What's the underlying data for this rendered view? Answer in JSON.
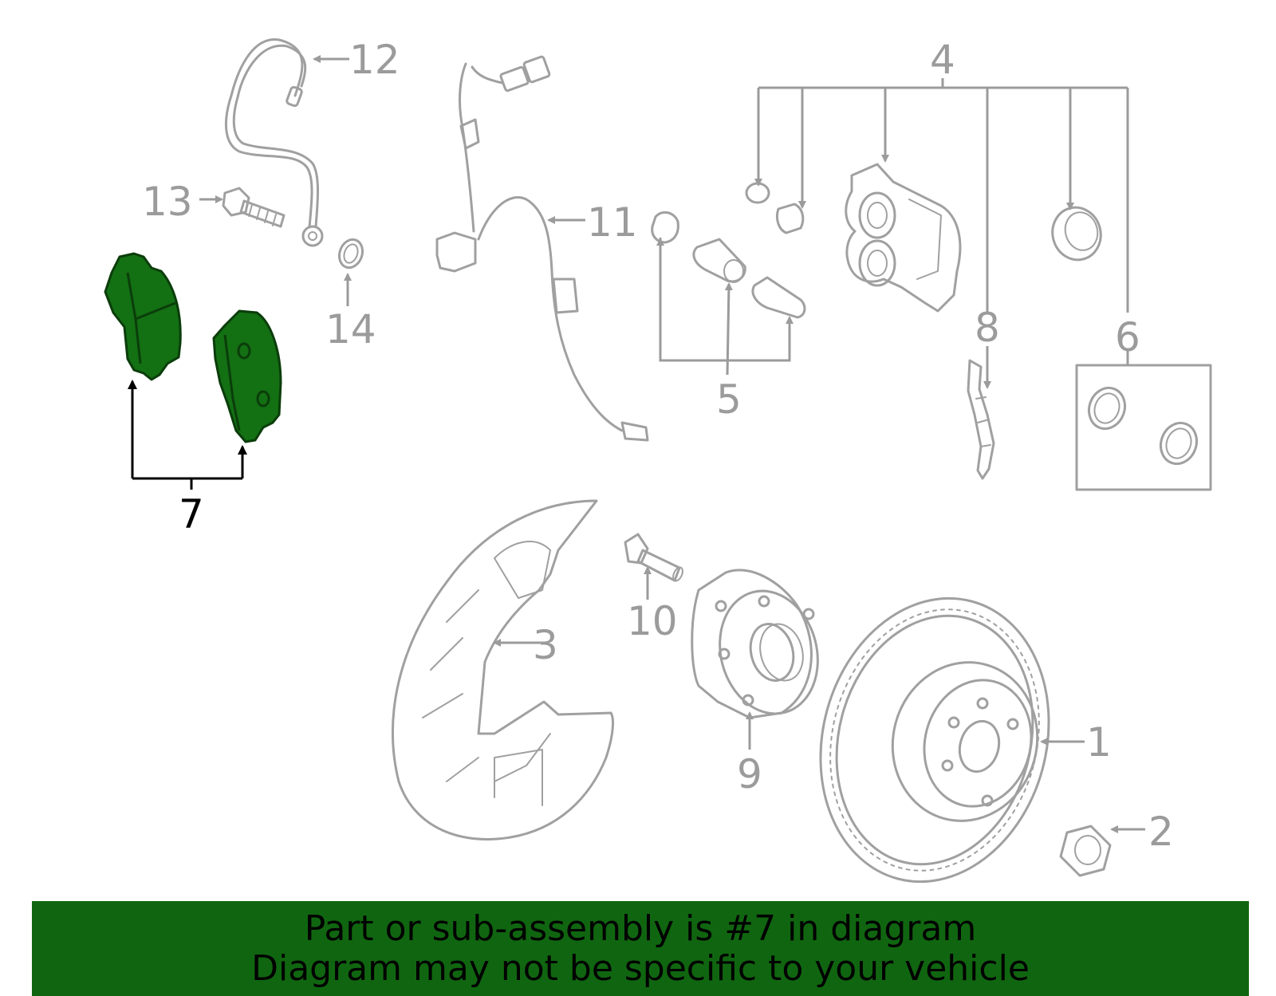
{
  "callouts": {
    "c1": "1",
    "c2": "2",
    "c3": "3",
    "c4": "4",
    "c5": "5",
    "c6": "6",
    "c7": "7",
    "c8": "8",
    "c9": "9",
    "c10": "10",
    "c11": "11",
    "c12": "12",
    "c13": "13",
    "c14": "14"
  },
  "highlighted_part": "7",
  "banner": {
    "line1": "Part or sub-assembly is #7 in diagram",
    "line2": "Diagram may not be specific to your vehicle"
  },
  "colors": {
    "highlight_fill": "#137013",
    "banner_background": "#106610",
    "part_line": "#a0a0a0",
    "active_line": "#000000"
  },
  "icons": {
    "pad": "brake-pad-icon",
    "rotor": "disc-rotor-icon",
    "caliper": "caliper-icon"
  }
}
